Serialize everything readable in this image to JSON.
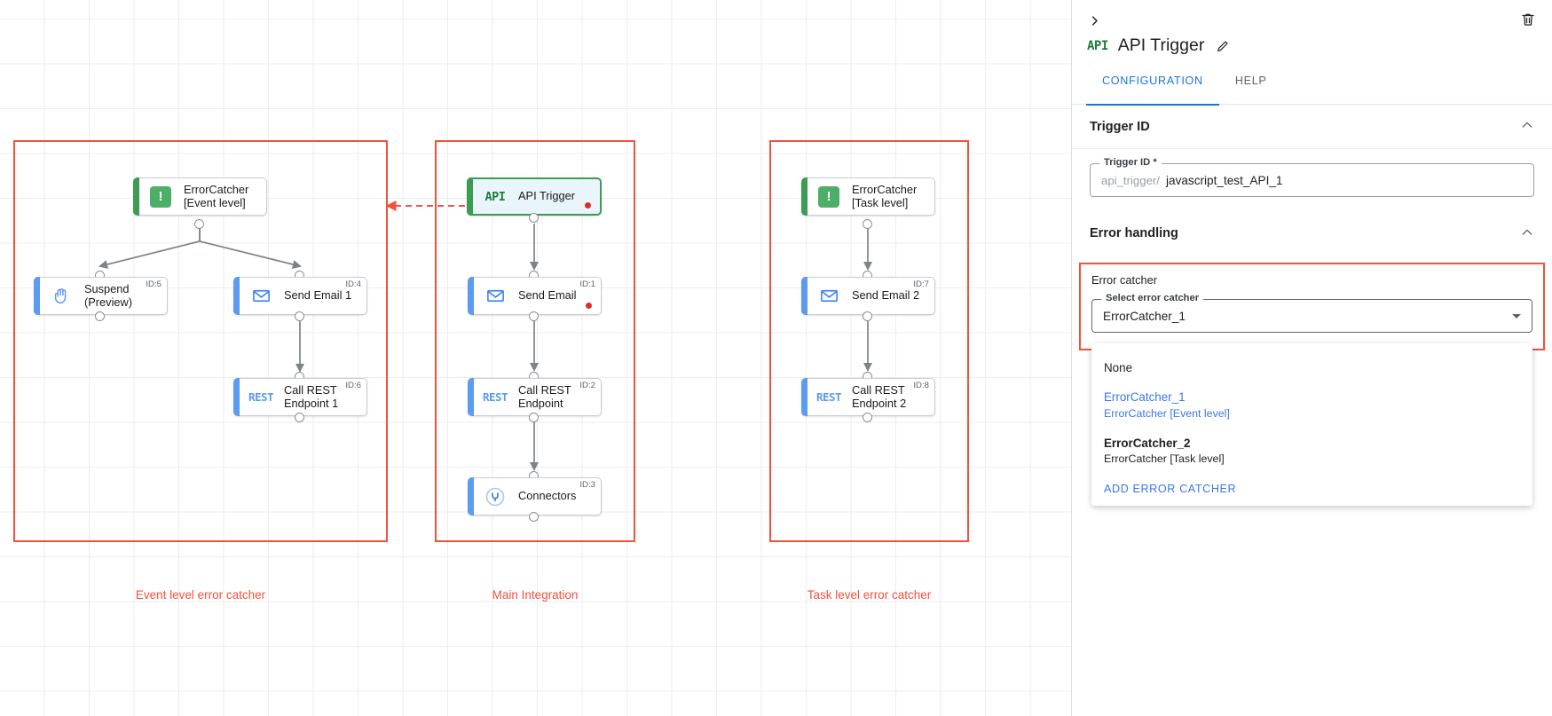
{
  "canvas": {
    "groups": [
      {
        "id": "event-level",
        "label": "Event level error catcher"
      },
      {
        "id": "main-integration",
        "label": "Main Integration"
      },
      {
        "id": "task-level",
        "label": "Task level error catcher"
      }
    ],
    "nodes": [
      {
        "key": "errorcatcher_event",
        "label": "ErrorCatcher\n[Event level]",
        "icon": "error-catcher-icon",
        "id_label": "",
        "variant": "green",
        "selected": false,
        "error": false
      },
      {
        "key": "suspend",
        "label": "Suspend\n(Preview)",
        "icon": "hand-icon",
        "id_label": "ID:5",
        "variant": "blue",
        "selected": false,
        "error": false
      },
      {
        "key": "send_email_1",
        "label": "Send Email 1",
        "icon": "envelope-icon",
        "id_label": "ID:4",
        "variant": "blue",
        "selected": false,
        "error": false
      },
      {
        "key": "call_rest_1",
        "label": "Call REST\nEndpoint 1",
        "icon": "rest-icon",
        "id_label": "ID:6",
        "variant": "blue",
        "selected": false,
        "error": false
      },
      {
        "key": "api_trigger",
        "label": "API Trigger",
        "icon": "api-icon",
        "id_label": "",
        "variant": "green",
        "selected": true,
        "error": true
      },
      {
        "key": "send_email",
        "label": "Send Email",
        "icon": "envelope-icon",
        "id_label": "ID:1",
        "variant": "blue",
        "selected": false,
        "error": true
      },
      {
        "key": "call_rest",
        "label": "Call REST\nEndpoint",
        "icon": "rest-icon",
        "id_label": "ID:2",
        "variant": "blue",
        "selected": false,
        "error": false
      },
      {
        "key": "connectors",
        "label": "Connectors",
        "icon": "connectors-icon",
        "id_label": "ID:3",
        "variant": "blue",
        "selected": false,
        "error": false
      },
      {
        "key": "errorcatcher_task",
        "label": "ErrorCatcher\n[Task level]",
        "icon": "error-catcher-icon",
        "id_label": "",
        "variant": "green",
        "selected": false,
        "error": false
      },
      {
        "key": "send_email_2",
        "label": "Send Email 2",
        "icon": "envelope-icon",
        "id_label": "ID:7",
        "variant": "blue",
        "selected": false,
        "error": false
      },
      {
        "key": "call_rest_2",
        "label": "Call REST\nEndpoint 2",
        "icon": "rest-icon",
        "id_label": "ID:8",
        "variant": "blue",
        "selected": false,
        "error": false
      }
    ]
  },
  "panel": {
    "collapse_icon": "chevron-right-icon",
    "delete_icon": "trash-icon",
    "title_icon": "api-icon",
    "title": "API Trigger",
    "edit_icon": "pencil-icon",
    "tabs": [
      {
        "label": "CONFIGURATION",
        "active": true
      },
      {
        "label": "HELP",
        "active": false
      }
    ],
    "sections": [
      {
        "key": "trigger_id",
        "title": "Trigger ID",
        "caret": "chevron-up-icon"
      },
      {
        "key": "error_handling",
        "title": "Error handling",
        "caret": "chevron-up-icon"
      }
    ],
    "trigger_id_field": {
      "legend": "Trigger ID *",
      "prefix": "api_trigger/",
      "value": "javascript_test_API_1"
    },
    "error_catcher": {
      "block_title": "Error catcher",
      "select_legend": "Select error catcher",
      "selected_value": "ErrorCatcher_1",
      "dropdown_open": true,
      "options": [
        {
          "main": "None",
          "sub": "",
          "selected": false,
          "bold": false
        },
        {
          "main": "ErrorCatcher_1",
          "sub": "ErrorCatcher [Event level]",
          "selected": true,
          "bold": false
        },
        {
          "main": "ErrorCatcher_2",
          "sub": "ErrorCatcher [Task level]",
          "selected": false,
          "bold": true
        }
      ],
      "action_label": "ADD ERROR CATCHER"
    }
  },
  "colors": {
    "accent_blue": "#1a73e8",
    "node_blue": "#5b9bf0",
    "node_green": "#3d9c53",
    "error_red": "#f4503c",
    "dot_red": "#d93025"
  }
}
